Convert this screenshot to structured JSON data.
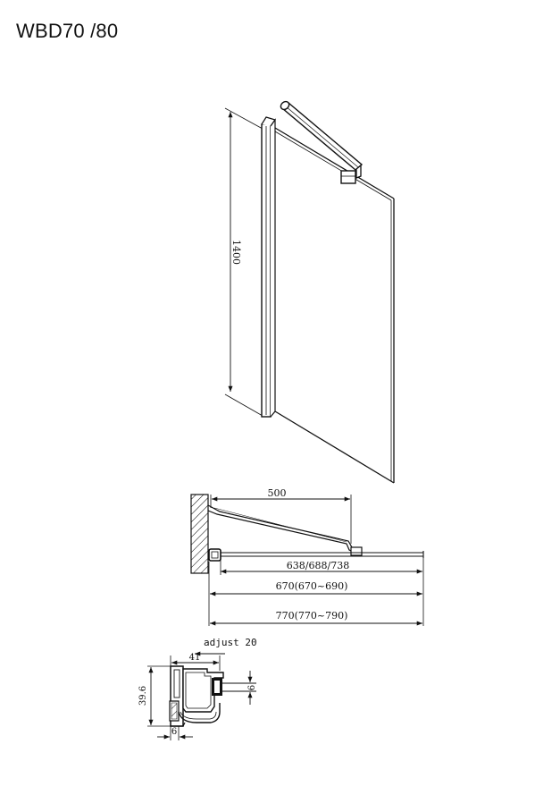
{
  "title": "WBD70 /80",
  "elevation": {
    "height_label": "1400"
  },
  "plan": {
    "arm_length_label": "500",
    "panel_width_label": "638/688/738",
    "overall_670_label": "670(670~690)",
    "overall_770_label": "770(770~790)"
  },
  "profile": {
    "adjust_label": "adjust 20",
    "width_label": "41",
    "height_label": "39.6",
    "glass_label": "6",
    "base_label": "6"
  }
}
